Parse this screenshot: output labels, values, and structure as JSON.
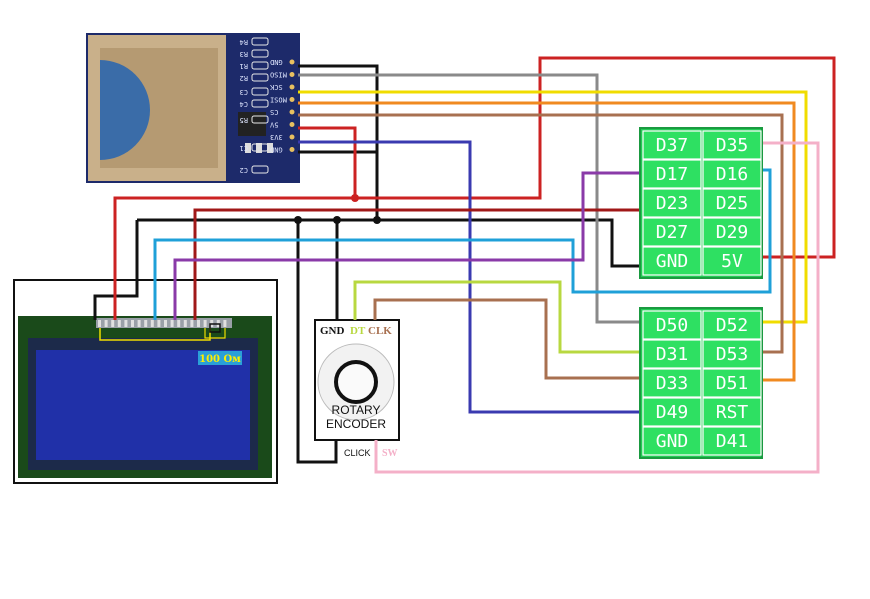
{
  "sd_module": {
    "pins": [
      "GND",
      "MISO",
      "SCK",
      "MOSI",
      "CS",
      "5V",
      "3V3",
      "GND"
    ],
    "components": [
      "R4",
      "R3",
      "R1",
      "R2",
      "C3",
      "C4",
      "R5",
      "C1",
      "C2"
    ]
  },
  "lcd": {
    "resistor_label": "100 Ом"
  },
  "encoder": {
    "pin_gnd": "GND",
    "pin_dt": "DT",
    "pin_clk": "CLK",
    "title_line1": "ROTARY",
    "title_line2": "ENCODER",
    "click_label": "CLICK",
    "sw_label": "SW"
  },
  "header_top": {
    "rows": [
      [
        "D37",
        "D35"
      ],
      [
        "D17",
        "D16"
      ],
      [
        "D23",
        "D25"
      ],
      [
        "D27",
        "D29"
      ],
      [
        "GND",
        "5V"
      ]
    ]
  },
  "header_bottom": {
    "rows": [
      [
        "D50",
        "D52"
      ],
      [
        "D31",
        "D53"
      ],
      [
        "D33",
        "D51"
      ],
      [
        "D49",
        "RST"
      ],
      [
        "GND",
        "D41"
      ]
    ]
  },
  "colors": {
    "gnd": "#111111",
    "power": "#cc2222",
    "sck": "#f0dc00",
    "mosi": "#f08a20",
    "miso": "#8a8a8a",
    "cs": "#a87050",
    "vcc3": "#3a3ab0",
    "d23": "#a01818",
    "cyan": "#1fa0d8",
    "purple": "#8a3aa8",
    "dt": "#b8d840",
    "sw": "#f4b0c8",
    "header_green": "#22cc55"
  }
}
